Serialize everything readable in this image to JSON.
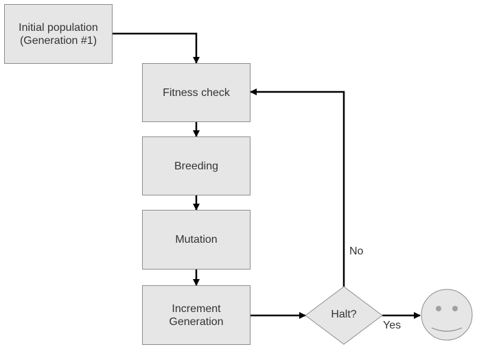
{
  "nodes": {
    "initial": {
      "line1": "Initial population",
      "line2": "(Generation #1)"
    },
    "fitness": {
      "label": "Fitness check"
    },
    "breeding": {
      "label": "Breeding"
    },
    "mutation": {
      "label": "Mutation"
    },
    "increment": {
      "line1": "Increment",
      "line2": "Generation"
    },
    "halt": {
      "label": "Halt?"
    }
  },
  "edges": {
    "no_label": "No",
    "yes_label": "Yes"
  },
  "end_icon": "smiley-face-icon"
}
